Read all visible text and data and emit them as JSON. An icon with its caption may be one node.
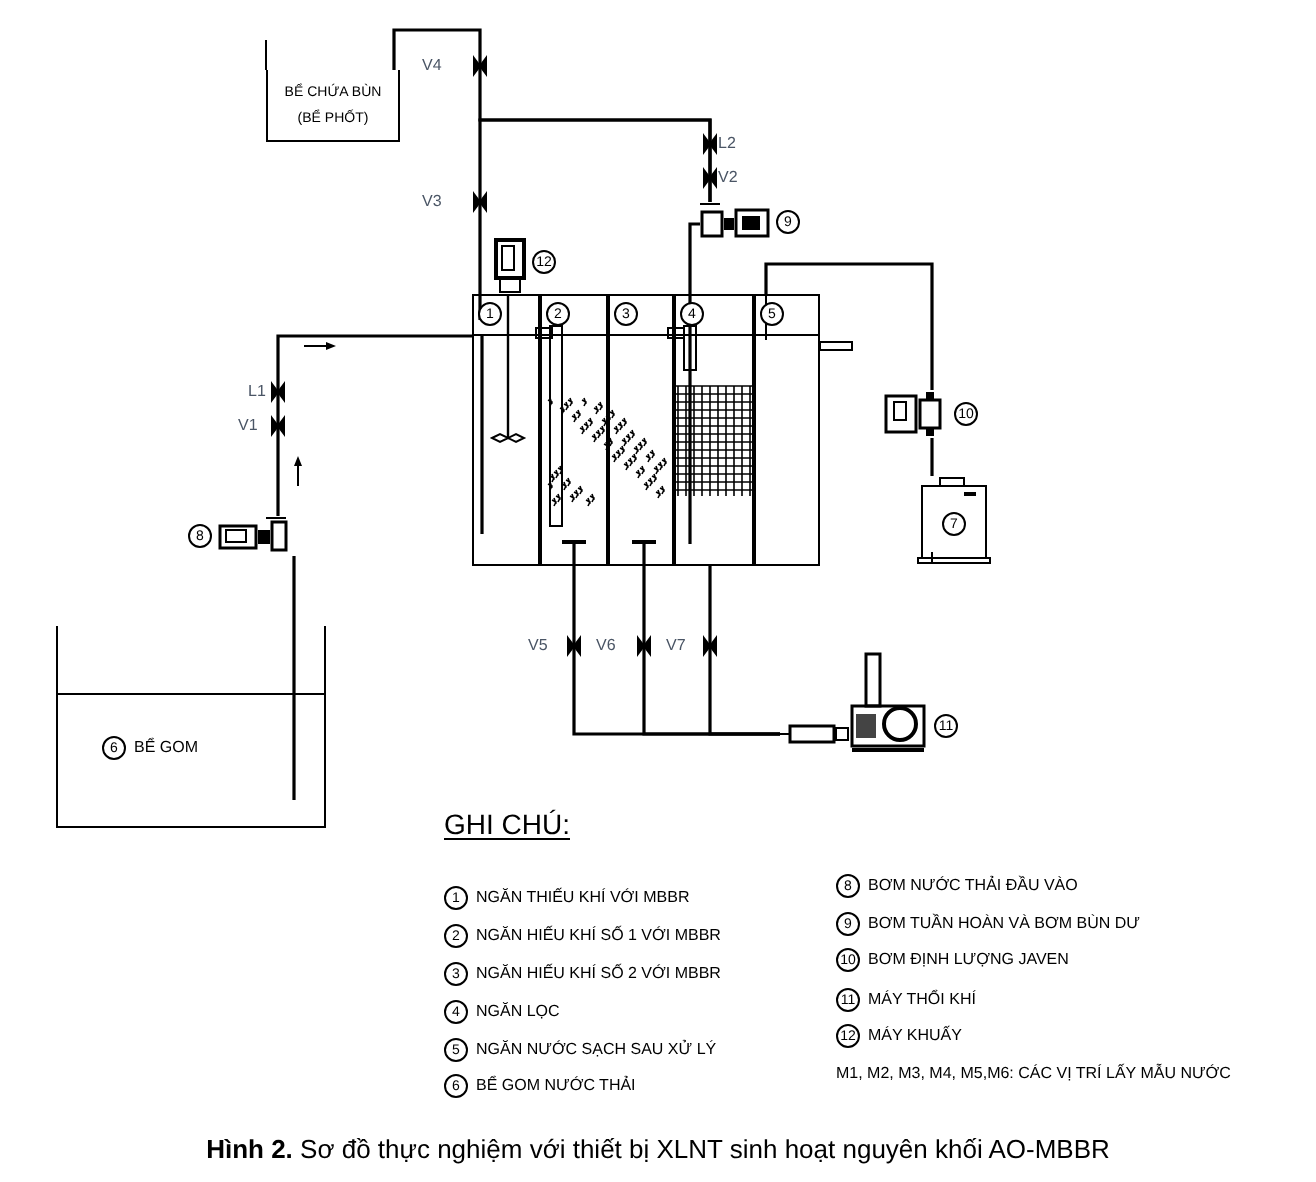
{
  "diagram": {
    "caption": "**Hình 2.** Sơ đồ thực nghiệm với thiết bị XLNT sinh hoạt nguyên khối AO-MBBR",
    "nodes": [
      {
        "text": [
          "BỂ CHỨA BÙN (BỂ PHỐT)"
        ]
      },
      {
        "text": [
          "1"
        ]
      },
      {
        "text": [
          "2"
        ]
      },
      {
        "text": [
          "3"
        ]
      },
      {
        "text": [
          "4"
        ]
      },
      {
        "text": [
          "5"
        ]
      },
      {
        "text": [
          "6",
          "BỂ GOM"
        ]
      },
      {
        "text": [
          "7"
        ]
      },
      {
        "text": [
          "8"
        ]
      },
      {
        "text": [
          "9"
        ]
      },
      {
        "text": [
          "10"
        ]
      },
      {
        "text": [
          "11"
        ]
      },
      {
        "text": [
          "12"
        ]
      }
    ],
    "edges": [
      {
        "from": 6,
        "to": 8,
        "arrow": "none"
      },
      {
        "from": 8,
        "to": 1,
        "arrow": "none"
      },
      {
        "from": 4,
        "to": 9,
        "arrow": "none"
      },
      {
        "from": 9,
        "to": 0,
        "arrow": "none"
      },
      {
        "from": 9,
        "to": 1,
        "arrow": "none"
      },
      {
        "from": 7,
        "to": 10,
        "arrow": "none"
      },
      {
        "from": 10,
        "to": 5,
        "arrow": "none"
      },
      {
        "from": 11,
        "to": 2,
        "arrow": "none"
      },
      {
        "from": 11,
        "to": 3,
        "arrow": "none"
      },
      {
        "from": 11,
        "to": 4,
        "arrow": "none"
      }
    ],
    "labels": [
      "V4",
      "V3",
      "L2",
      "V2",
      "L1",
      "V1",
      "V5",
      "V6",
      "V7",
      "GHI CHÚ:",
      "1",
      "NGĂN THIẾU KHÍ VỚI MBBR",
      "2",
      "NGĂN HIẾU KHÍ SỐ 1 VỚI MBBR",
      "3",
      "NGĂN HIẾU KHÍ SỐ 2 VỚI MBBR",
      "4",
      "NGĂN LỌC",
      "5",
      "NGĂN NƯỚC SẠCH SAU XỬ LÝ",
      "6",
      "BỂ GOM NƯỚC THẢI",
      "8",
      "BƠM NƯỚC THẢI ĐẦU VÀO",
      "9",
      "BƠM TUẦN HOÀN VÀ BƠM BÙN DƯ",
      "10",
      "BƠM ĐỊNH LƯỢNG JAVEN",
      "11",
      "MÁY THỔI KHÍ",
      "12",
      "MÁY KHUẤY",
      "M1, M2, M3, M4, M5,M6: CÁC VỊ TRÍ LẤY MẪU NƯỚC"
    ]
  }
}
